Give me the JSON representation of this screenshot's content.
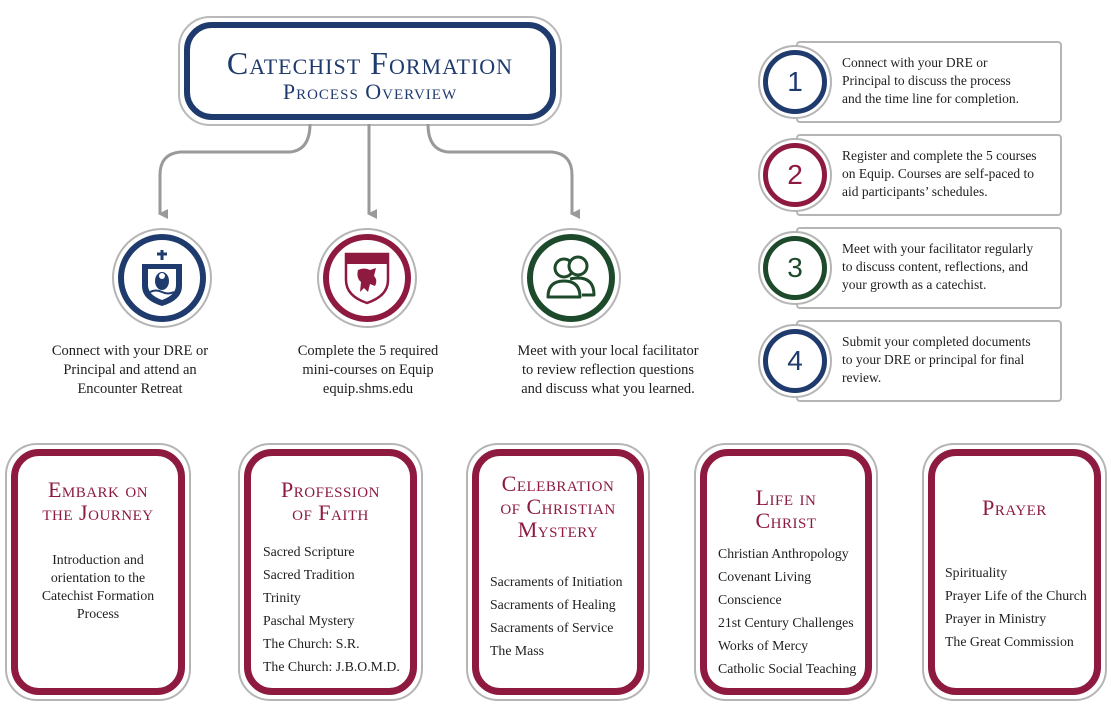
{
  "title": {
    "main": "Catechist Formation",
    "sub": "Process Overview"
  },
  "colors": {
    "navy": "#1f3b6e",
    "maroon": "#8e1b3f",
    "green": "#1d4a2a",
    "gray": "#b5b5b5"
  },
  "process_steps": [
    {
      "icon": "diocese-crest-icon",
      "lines": [
        "Connect with your DRE or",
        "Principal and attend an",
        "Encounter Retreat"
      ]
    },
    {
      "icon": "seminary-shield-icon",
      "lines": [
        "Complete the 5 required",
        "mini-courses on Equip",
        "equip.shms.edu"
      ]
    },
    {
      "icon": "people-group-icon",
      "lines": [
        "Meet with your local facilitator",
        "to review reflection questions",
        "and discuss what you learned."
      ]
    }
  ],
  "numbered_steps": [
    {
      "number": "1",
      "lines": [
        "Connect with your DRE or",
        "Principal to discuss the process",
        "and the time line for completion."
      ]
    },
    {
      "number": "2",
      "lines": [
        "Register and complete the 5 courses",
        "on Equip. Courses are self-paced to",
        "aid participants’ schedules."
      ]
    },
    {
      "number": "3",
      "lines": [
        "Meet with your facilitator regularly",
        "to discuss content, reflections, and",
        "your growth as a catechist."
      ]
    },
    {
      "number": "4",
      "lines": [
        "Submit your completed documents",
        "to your DRE or principal for final",
        "review."
      ]
    }
  ],
  "courses": [
    {
      "title": [
        "Embark on",
        "the Journey"
      ],
      "description": [
        "Introduction and",
        "orientation to the",
        "Catechist Formation",
        "Process"
      ]
    },
    {
      "title": [
        "Profession",
        "of Faith"
      ],
      "items": [
        "Sacred Scripture",
        "Sacred Tradition",
        "Trinity",
        "Paschal Mystery",
        "The Church: S.R.",
        "The Church: J.B.O.M.D."
      ]
    },
    {
      "title": [
        "Celebration",
        "of Christian",
        "Mystery"
      ],
      "items": [
        "Sacraments of Initiation",
        "Sacraments of Healing",
        "Sacraments of Service",
        "The Mass"
      ]
    },
    {
      "title": [
        "Life in",
        "Christ"
      ],
      "items": [
        "Christian Anthropology",
        "Covenant Living",
        "Conscience",
        "21st Century Challenges",
        "Works of Mercy",
        "Catholic Social Teaching"
      ]
    },
    {
      "title": [
        "Prayer"
      ],
      "items": [
        "Spirituality",
        "Prayer Life of the Church",
        "Prayer in Ministry",
        "The Great Commission"
      ]
    }
  ]
}
